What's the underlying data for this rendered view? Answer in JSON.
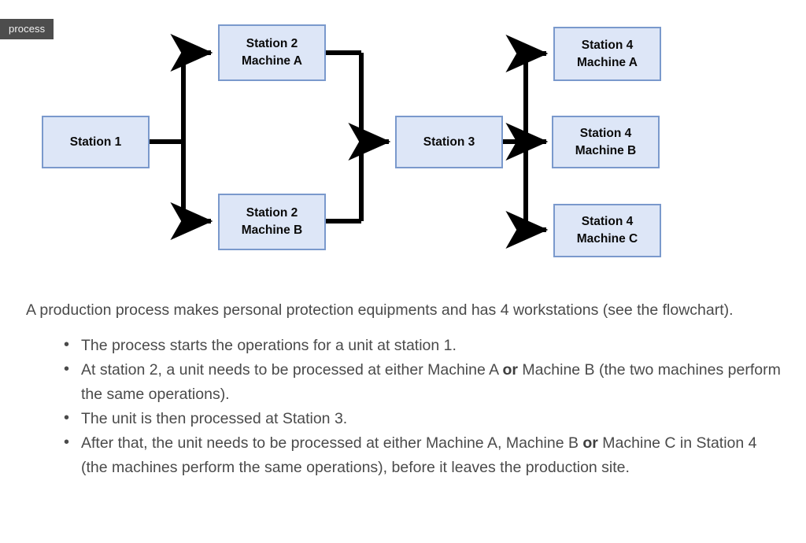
{
  "badge": {
    "label": "process",
    "bg_color": "#4d4d4d",
    "text_color": "#f2f2f2"
  },
  "flowchart": {
    "box_fill": "#dde6f7",
    "box_border": "#7a99cc",
    "connector_color": "#000000",
    "nodes": [
      {
        "id": "station-1",
        "line1": "Station 1",
        "line2": ""
      },
      {
        "id": "station-2-machine-a",
        "line1": "Station 2",
        "line2": "Machine A"
      },
      {
        "id": "station-2-machine-b",
        "line1": "Station 2",
        "line2": "Machine B"
      },
      {
        "id": "station-3",
        "line1": "Station 3",
        "line2": ""
      },
      {
        "id": "station-4-machine-a",
        "line1": "Station 4",
        "line2": "Machine A"
      },
      {
        "id": "station-4-machine-b",
        "line1": "Station 4",
        "line2": "Machine B"
      },
      {
        "id": "station-4-machine-c",
        "line1": "Station 4",
        "line2": "Machine C"
      }
    ]
  },
  "prose": {
    "intro": "A production process makes personal protection equipments and has 4 workstations (see the flowchart).",
    "bullets": [
      {
        "parts": [
          {
            "text": "The process starts the operations for a unit at station 1.",
            "bold": false
          }
        ]
      },
      {
        "parts": [
          {
            "text": "At station 2, a unit needs to be processed at either Machine A ",
            "bold": false
          },
          {
            "text": "or",
            "bold": true
          },
          {
            "text": " Machine B (the two machines perform the same operations).",
            "bold": false
          }
        ]
      },
      {
        "parts": [
          {
            "text": "The unit is then processed at Station 3.",
            "bold": false
          }
        ]
      },
      {
        "parts": [
          {
            "text": "After that, the unit needs to be processed at either Machine A, Machine B ",
            "bold": false
          },
          {
            "text": "or",
            "bold": true
          },
          {
            "text": " Machine C in Station 4 (the machines perform the same operations), before it leaves the production site.",
            "bold": false
          }
        ]
      }
    ]
  }
}
